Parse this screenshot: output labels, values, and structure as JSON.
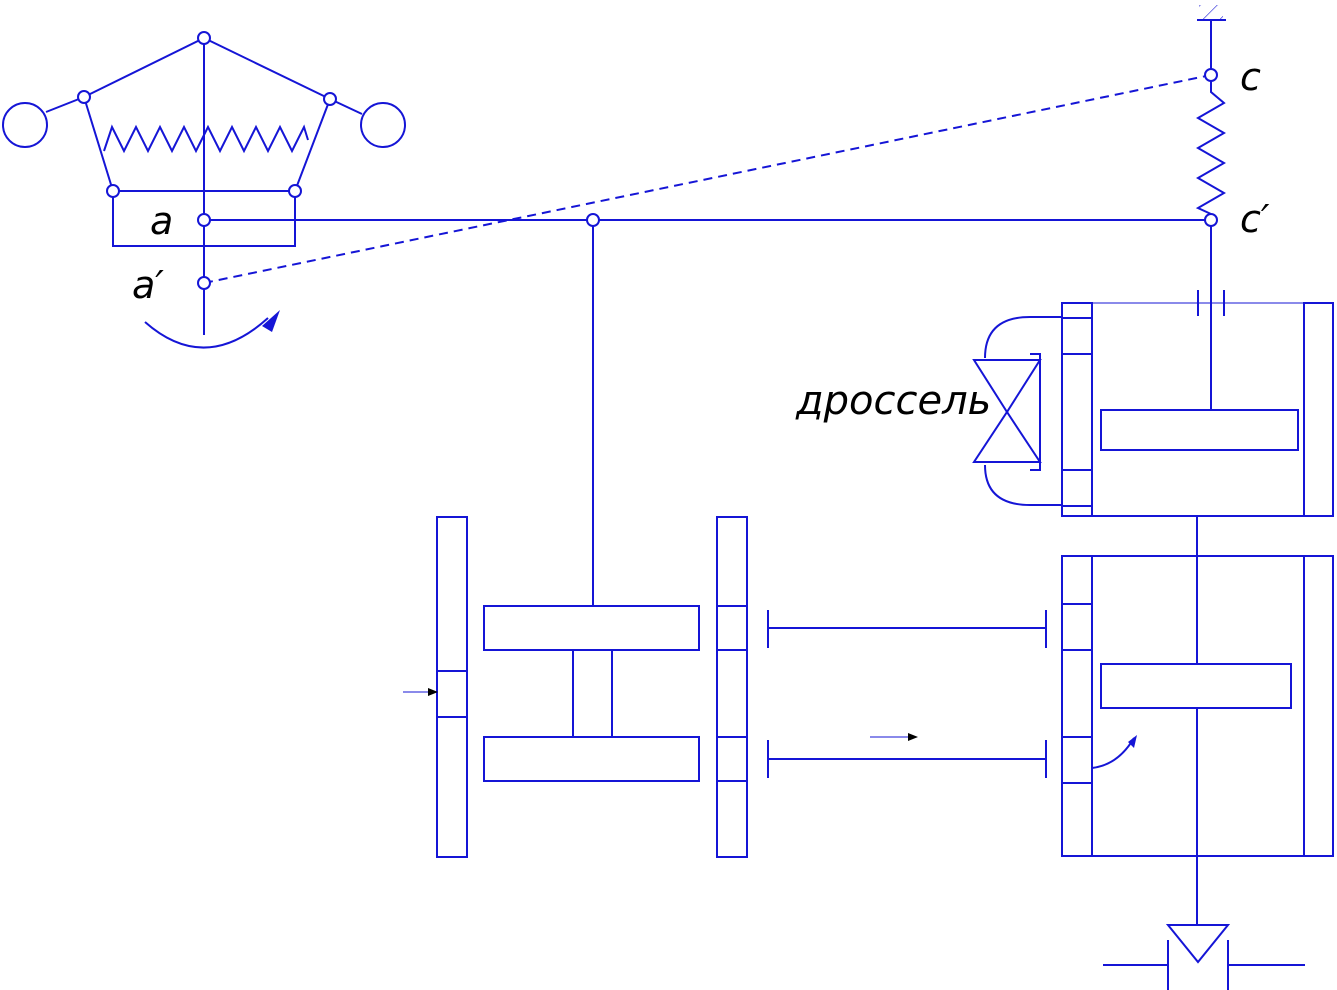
{
  "labels": {
    "point_a": "a",
    "point_a_prime": "a′",
    "point_c": "c",
    "point_c_prime": "c′",
    "throttle": "дроссель"
  },
  "colors": {
    "line": "#1515d6",
    "text": "#000000",
    "arrow": "#000000"
  }
}
